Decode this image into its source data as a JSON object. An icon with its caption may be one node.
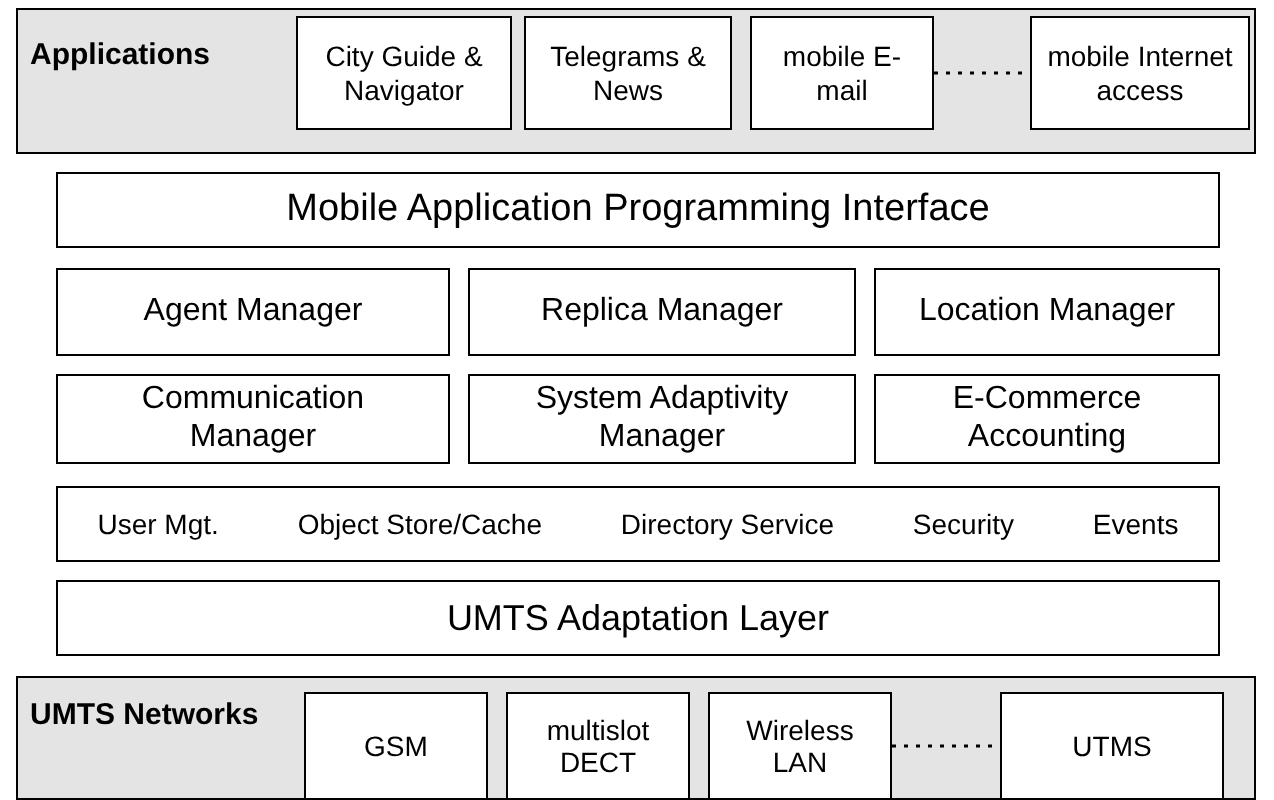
{
  "diagram": {
    "nodes": [
      {
        "text": [
          "Applications"
        ]
      },
      {
        "text": [
          "City Guide & Navigator"
        ],
        "in": 0
      },
      {
        "text": [
          "Telegrams & News"
        ],
        "in": 0
      },
      {
        "text": [
          "mobile E-mail"
        ],
        "in": 0
      },
      {
        "text": [
          "mobile Internet access"
        ],
        "in": 0
      },
      {
        "text": [
          "Mobile Application Programming Interface"
        ]
      },
      {
        "text": [
          "Agent Manager"
        ]
      },
      {
        "text": [
          "Replica Manager"
        ]
      },
      {
        "text": [
          "Location Manager"
        ]
      },
      {
        "text": [
          "Communication Manager"
        ]
      },
      {
        "text": [
          "System Adaptivity Manager"
        ]
      },
      {
        "text": [
          "E-Commerce Accounting"
        ]
      },
      {
        "text": [
          "User Mgt.",
          "Object Store/Cache",
          "Directory Service",
          "Security",
          "Events"
        ]
      },
      {
        "text": [
          "UMTS Adaptation Layer"
        ]
      },
      {
        "text": [
          "UMTS Networks"
        ]
      },
      {
        "text": [
          "GSM"
        ],
        "in": 14
      },
      {
        "text": [
          "multislot DECT"
        ],
        "in": 14
      },
      {
        "text": [
          "Wireless LAN"
        ],
        "in": 14
      },
      {
        "text": [
          "UTMS"
        ],
        "in": 14
      }
    ],
    "edges": [
      {
        "from": 3,
        "to": 4,
        "arrow": "none",
        "style": "dashed"
      },
      {
        "from": 17,
        "to": 18,
        "arrow": "none",
        "style": "dashed"
      }
    ]
  }
}
